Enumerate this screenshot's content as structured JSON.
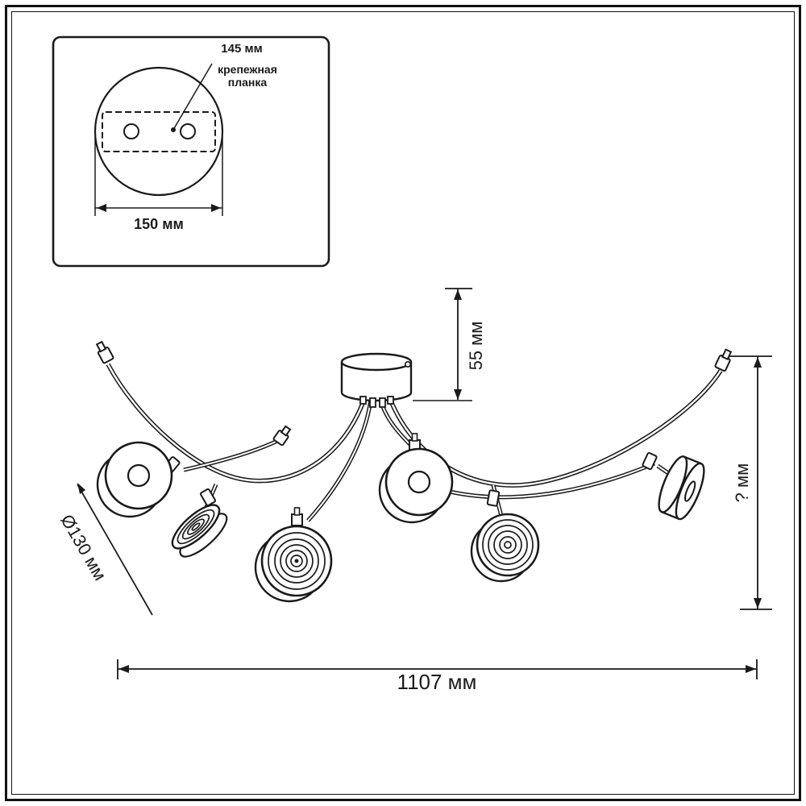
{
  "drawing": {
    "type": "technical-dimension-drawing",
    "subject": "ceiling-spot-chandelier",
    "line_color": "#1a1a1a",
    "background": "#ffffff"
  },
  "inset": {
    "hole_spacing_label": "145 мм",
    "bracket_label": "крепежная планка",
    "plate_width_label": "150 мм"
  },
  "dimensions": {
    "canopy_height_label": "55 мм",
    "fixture_height_label": "? мм",
    "head_diameter_label": "Ø130 мм",
    "total_width_label": "1107 мм"
  }
}
